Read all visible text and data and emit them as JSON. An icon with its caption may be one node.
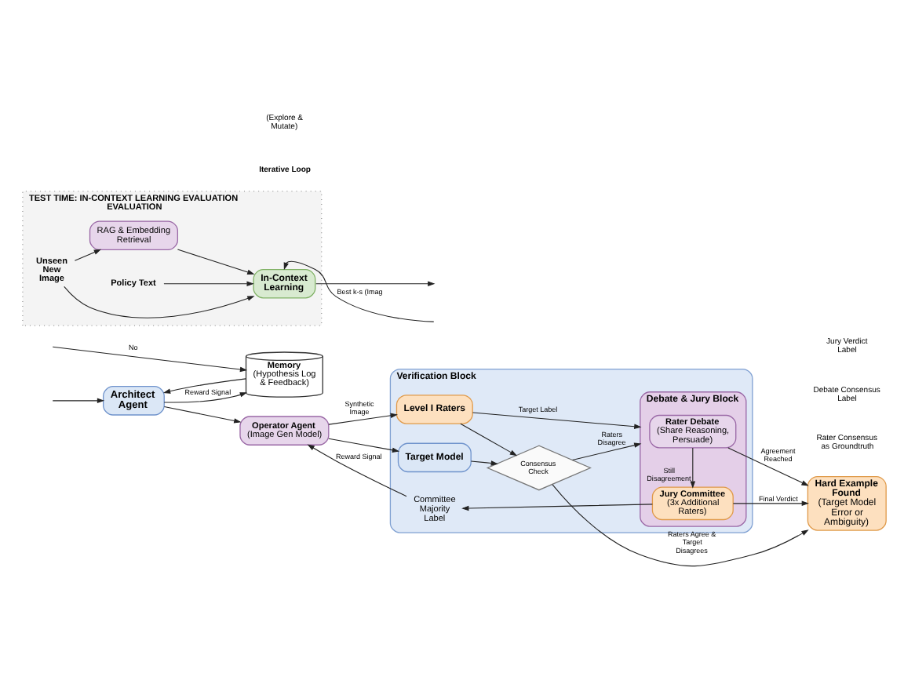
{
  "diagram": {
    "nodes": [
      {
        "text": [
          "Architect Agent"
        ]
      },
      {
        "text": [
          "Memory",
          "(Hypothesis Log & Feedback)"
        ]
      },
      {
        "text": [
          "Operator Agent",
          "(Image Gen Model)"
        ]
      },
      {
        "text": [
          "Verification Block"
        ]
      },
      {
        "text": [
          "Target Model"
        ],
        "in": 3
      },
      {
        "text": [
          "Level I Raters"
        ],
        "in": 3
      },
      {
        "text": [
          "Consensus Check"
        ],
        "in": 3
      },
      {
        "text": [
          "Debate & Jury Block"
        ],
        "in": 3
      },
      {
        "text": [
          "Rater Debate",
          "(Share Reasoning, Persuade)"
        ],
        "in": 7
      },
      {
        "text": [
          "Jury Committee",
          "(3x Additional Raters)"
        ],
        "in": 7
      },
      {
        "text": [
          "Committee Majority Label"
        ],
        "in": 3
      },
      {
        "text": [
          "Hard Example Found",
          "(Target Model Error or Ambiguity)"
        ]
      },
      {
        "text": [
          "TEST TIME: IN-CONTEXT LEARNING EVALUATION EVALUATION"
        ]
      },
      {
        "text": [
          "Unseen New Image"
        ],
        "in": 12
      },
      {
        "text": [
          "RAG & Embedding Retrieval"
        ],
        "in": 12
      },
      {
        "text": [
          "In-Context Learning"
        ],
        "in": 12
      },
      {
        "text": [
          "Policy Text"
        ],
        "in": 12
      }
    ],
    "edges": [
      {
        "from": null,
        "to": 0,
        "arrow": "to"
      },
      {
        "from": 0,
        "to": 2,
        "arrow": "to"
      },
      {
        "from": 1,
        "to": 0,
        "arrow": "to"
      },
      {
        "from": 0,
        "to": 1,
        "arrow": "to",
        "label": "Reward Signal"
      },
      {
        "from": null,
        "to": 1,
        "arrow": "to",
        "label": "No"
      },
      {
        "from": 2,
        "to": 4,
        "arrow": "to"
      },
      {
        "from": 2,
        "to": 5,
        "arrow": "to",
        "label": "Synthetic Image"
      },
      {
        "from": 4,
        "to": 6,
        "arrow": "to"
      },
      {
        "from": 5,
        "to": 6,
        "arrow": "to"
      },
      {
        "from": 5,
        "to": 7,
        "arrow": "to",
        "label": "Target Label"
      },
      {
        "from": 6,
        "to": 7,
        "arrow": "to",
        "label": "Raters Disagree"
      },
      {
        "from": 6,
        "to": 11,
        "arrow": "to",
        "label": "Raters Agree & Target Disagrees"
      },
      {
        "from": 8,
        "to": 11,
        "arrow": "to",
        "label": "Agreement Reached"
      },
      {
        "from": 8,
        "to": 9,
        "arrow": "to",
        "label": "Still Disagreement"
      },
      {
        "from": 9,
        "to": 11,
        "arrow": "to",
        "label": "Final Verdict"
      },
      {
        "from": 9,
        "to": 10,
        "arrow": "to"
      },
      {
        "from": 10,
        "to": 2,
        "arrow": "to",
        "label": "Reward Signal"
      },
      {
        "from": 13,
        "to": 14,
        "arrow": "to"
      },
      {
        "from": 13,
        "to": 15,
        "arrow": "to"
      },
      {
        "from": 14,
        "to": 15,
        "arrow": "to"
      },
      {
        "from": null,
        "to": 15,
        "arrow": "to",
        "label": "Best k-s (Imag"
      },
      {
        "from": 15,
        "to": null,
        "arrow": "to"
      },
      {
        "from": 16,
        "to": 15,
        "arrow": "to"
      }
    ],
    "labels": [
      "Iterative Loop",
      "(Explore & Mutate)",
      "Rater Consensus as Groundtruth",
      "Debate Consensus Label",
      "Jury Verdict Label"
    ]
  }
}
